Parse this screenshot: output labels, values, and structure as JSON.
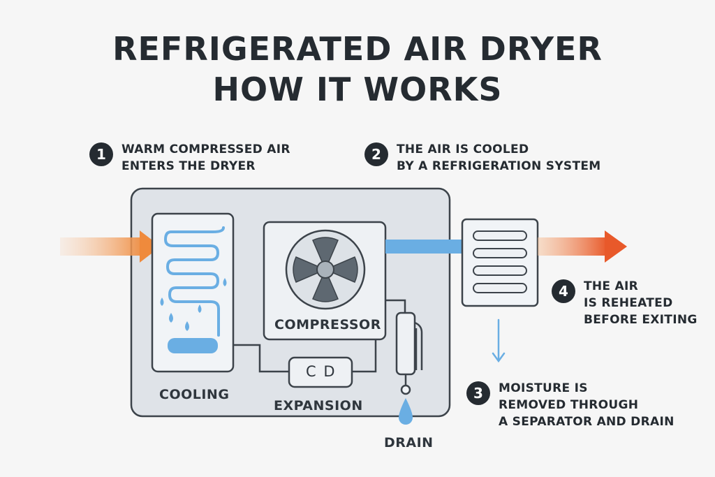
{
  "title": {
    "line1": "REFRIGERATED AIR DRYER",
    "line2": "HOW IT WORKS"
  },
  "steps": [
    {
      "num": "1",
      "line1": "WARM COMPRESSED AIR",
      "line2": "ENTERS THE DRYER"
    },
    {
      "num": "2",
      "line1": "THE AIR IS COOLED",
      "line2": "BY A REFRIGERATION SYSTEM"
    },
    {
      "num": "3",
      "line1": "MOISTURE IS",
      "line2": "REMOVED THROUGH",
      "line3": "A SEPARATOR AND DRAIN"
    },
    {
      "num": "4",
      "line1": "THE AIR",
      "line2": "IS REHEATED",
      "line3": "BEFORE EXITING"
    }
  ],
  "labels": {
    "cooling": "COOLING",
    "compressor": "COMPRESSOR",
    "expansion": "EXPANSION",
    "drain": "DRAIN",
    "valve": "C D"
  },
  "colors": {
    "dark": "#252b31",
    "blue": "#6aaee3",
    "orange": "#ee7a3c",
    "panel": "#dfe3e8",
    "stroke": "#3c434a"
  }
}
